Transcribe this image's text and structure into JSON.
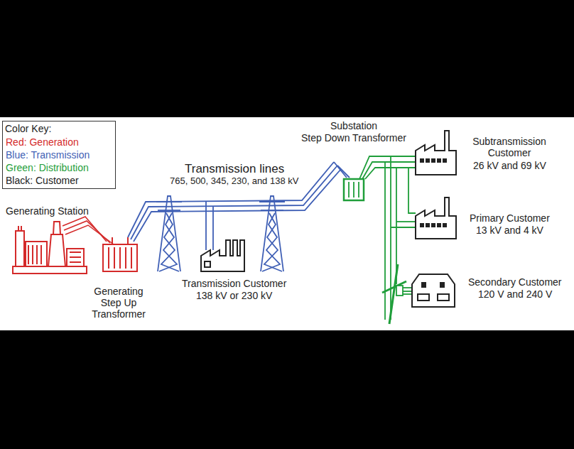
{
  "diagram": {
    "labels": [
      "Color Key:",
      "Transmission lines",
      "765, 500, 345, 230, and 138 kV",
      "Generating Station",
      "Generating Step Up Transformer",
      "Transmission Customer",
      "138 kV or 230 kV",
      "Substation",
      "Step Down Transformer",
      "Subtransmission Customer",
      "26 kV and 69 kV",
      "Primary Customer",
      "13 kV and 4 kV",
      "Secondary Customer",
      "120 V and 240 V"
    ],
    "legend": [
      {
        "text": "Red: Generation",
        "color": "#d42a2a"
      },
      {
        "text": "Blue: Transmission",
        "color": "#3f5fb5"
      },
      {
        "text": "Green: Distribution",
        "color": "#1f9e3a"
      },
      {
        "text": "Black: Customer",
        "color": "#222222"
      }
    ]
  }
}
